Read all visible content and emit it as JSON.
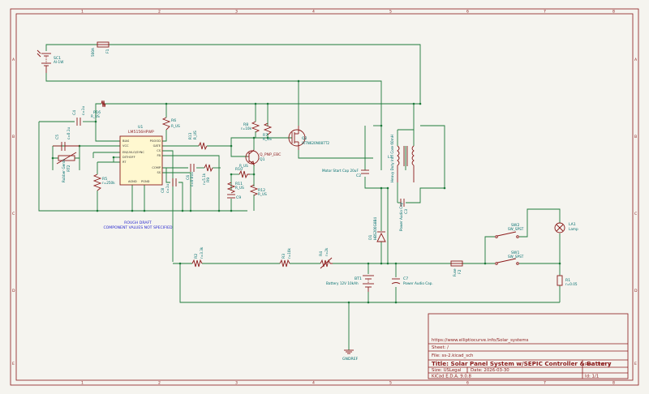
{
  "notes": {
    "rough_draft": "ROUGH DRAFT",
    "component_values": "COMPONENT VALUES NOT SPECIFIED"
  },
  "components": {
    "sc1": {
      "ref": "SC1",
      "value": "Al-1W"
    },
    "f1": {
      "ref": "F1",
      "value": "500A"
    },
    "r16": {
      "ref": "R16",
      "value": "R_US"
    },
    "c4": {
      "ref": "C4",
      "value": "c=1u"
    },
    "c5": {
      "ref": "C5",
      "value": "c=0.1u"
    },
    "rt2": {
      "ref": "RT2",
      "value": "Rubber Gents"
    },
    "r5": {
      "ref": "R5",
      "value": "r=250k"
    },
    "u1": {
      "ref": "U1",
      "value": "LM5156HPWP"
    },
    "r6": {
      "ref": "R6",
      "value": "R_US"
    },
    "r8": {
      "ref": "R8",
      "value": "r=10k"
    },
    "r7": {
      "ref": "R7",
      "value": "R_US"
    },
    "q2": {
      "ref": "Q2",
      "value": "IXTN620N087T2"
    },
    "q1": {
      "ref": "Q1",
      "value": "Q_PNP_EBC"
    },
    "r13": {
      "ref": "R13",
      "value": "R_US"
    },
    "r10": {
      "ref": "R10",
      "value": "R_US"
    },
    "r9": {
      "ref": "R9",
      "value": "r=5.1k"
    },
    "c6": {
      "ref": "C6",
      "value": "c=0.01u"
    },
    "c8": {
      "ref": "C8",
      "value": "c=1u"
    },
    "r11": {
      "ref": "R11",
      "value": "R_US"
    },
    "c9": {
      "ref": "C9",
      "value": ""
    },
    "r12": {
      "ref": "R12",
      "value": "R_US"
    },
    "c2": {
      "ref": "C2",
      "value": "Motor Start Cap 20uF"
    },
    "l1": {
      "ref": "L1",
      "value": "Heavy Duty Iron Core 60mH"
    },
    "c3": {
      "ref": "C3",
      "value": "Power Audio Cap."
    },
    "d1": {
      "ref": "D1",
      "value": "HBS200G8B4"
    },
    "r2": {
      "ref": "R2",
      "value": "r=3.3k"
    },
    "r3": {
      "ref": "R3",
      "value": "r=10k"
    },
    "r4": {
      "ref": "R4",
      "value": "r=2k"
    },
    "bt1": {
      "ref": "BT1",
      "value": "Battery 12V 10kAh"
    },
    "c7": {
      "ref": "C7",
      "value": "Power Audio Cap."
    },
    "f2": {
      "ref": "F2",
      "value": "Fuse"
    },
    "sw2": {
      "ref": "SW2",
      "value": "SW_SPST"
    },
    "sw1": {
      "ref": "SW1",
      "value": "SW_SPST"
    },
    "la1": {
      "ref": "LA1",
      "value": "Lamp"
    },
    "r1": {
      "ref": "R1",
      "value": "r=0.05"
    },
    "gnd": {
      "ref": "GNDREF",
      "value": ""
    }
  },
  "ic_pins": {
    "left": [
      "BIAS",
      "VCC",
      "EN/UVLO/SYNC",
      "DITHOFF",
      "RT"
    ],
    "right": [
      "PGOOD",
      "GATE",
      "CS",
      "FB",
      "COMP",
      "SS"
    ],
    "bottom": [
      "AGND",
      "PGND"
    ]
  },
  "title_block": {
    "url": "https://www.elliptiocurve.info/Solar_systems",
    "sheet": "Sheet: /",
    "file": "File: ss-2.kicad_sch",
    "title": "Title: Solar Panel System w/SEPIC Controller & Battery",
    "size": "Size: USLegal",
    "date": "Date: 2026-03-30",
    "rev": "Rev: Draft 2",
    "kicad": "KiCad E.D.A. 9.0.8",
    "id": "Id: 1/1"
  },
  "zones": {
    "cols": [
      "1",
      "2",
      "3",
      "4",
      "5",
      "6",
      "7",
      "8"
    ],
    "rows": [
      "A",
      "B",
      "C",
      "D",
      "E"
    ]
  }
}
